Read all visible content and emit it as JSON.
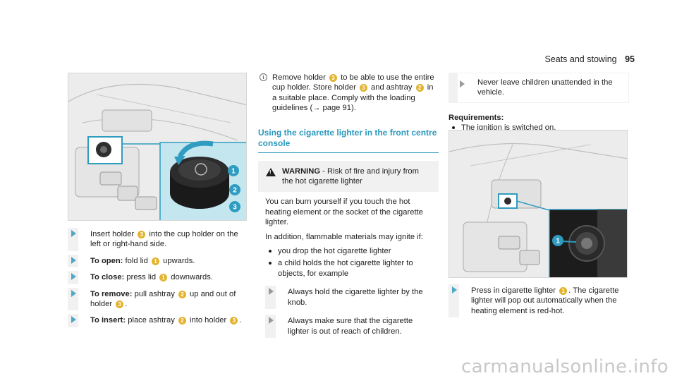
{
  "header": {
    "section": "Seats and stowing",
    "page_number": "95"
  },
  "left": {
    "figure_callouts": [
      "1",
      "2",
      "3"
    ],
    "steps": [
      {
        "prefix": "",
        "parts": [
          "Insert holder ",
          "3",
          " into the cup holder on the left or right-hand side."
        ]
      },
      {
        "prefix": "To open:",
        "parts": [
          " fold lid ",
          "1",
          " upwards."
        ]
      },
      {
        "prefix": "To close:",
        "parts": [
          " press lid ",
          "1",
          " downwards."
        ]
      },
      {
        "prefix": "To remove:",
        "parts": [
          " pull ashtray ",
          "2",
          " up and out of holder ",
          "3",
          "."
        ]
      },
      {
        "prefix": "To insert:",
        "parts": [
          " place ashtray ",
          "2",
          " into holder ",
          "3",
          "."
        ]
      }
    ]
  },
  "middle": {
    "info_icon": "info-icon",
    "note_parts": [
      "Remove holder ",
      "3",
      " to be able to use the entire cup holder. Store holder ",
      "3",
      " and ash­tray ",
      "2",
      " in a suitable place. Comply with the loading guidelines (→ page 91)."
    ],
    "section_title": "Using the cigarette lighter in the front centre console",
    "warning": {
      "label": "WARNING",
      "title_rest": " - Risk of fire and injury from the hot cigarette lighter",
      "para1": "You can burn yourself if you touch the hot heating element or the socket of the ciga­rette lighter.",
      "para2": "In addition, flammable materials may ignite if:",
      "bullets": [
        "you drop the hot cigarette lighter",
        "a child holds the hot cigarette lighter to objects, for example"
      ],
      "steps": [
        "Always hold the cigarette lighter by the knob.",
        "Always make sure that the cigarette lighter is out of reach of children."
      ]
    }
  },
  "right": {
    "continued_step": "Never leave children unattended in the vehicle.",
    "requirements_title": "Requirements:",
    "requirements": [
      "The ignition is switched on."
    ],
    "figure_callouts": [
      "1"
    ],
    "step_parts": [
      "Press in cigarette lighter ",
      "1",
      ". The cigarette lighter will pop out automati­cally when the heating element is red-hot."
    ]
  },
  "watermark": "carmanualsonline.info",
  "colors": {
    "accent": "#2a98bd",
    "callout": "#2f9cc0",
    "number_badge": "#e3b32d",
    "detail_bg": "#c4e6ef"
  }
}
